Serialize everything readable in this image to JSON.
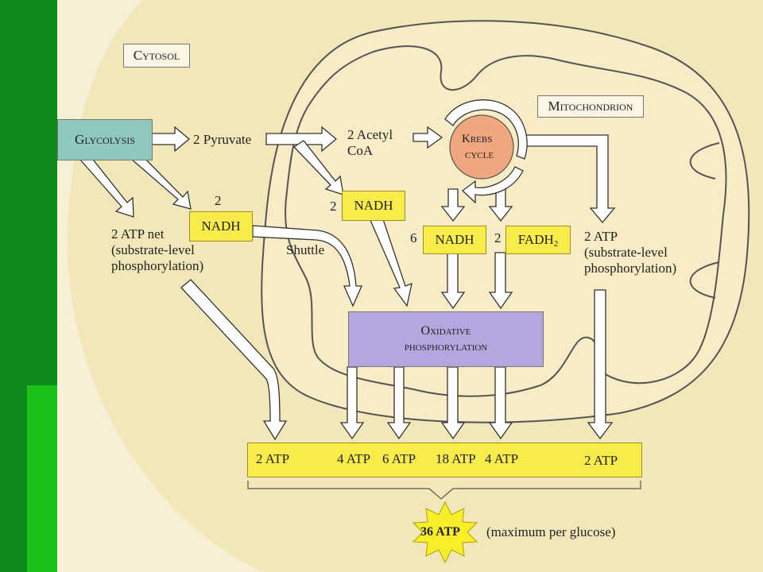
{
  "colors": {
    "sidebar": "#0e8a1a",
    "sidebar_stripe": "#19c219",
    "cytosol_bg": "#f2e7b8",
    "mitochondrion_bg": "#f7ecc6",
    "yellow_box": "#f8ec4a",
    "glycolysis_box": "#8fc8bf",
    "oxidative_box": "#b4a7e0",
    "krebs_circle": "#f0a780",
    "starburst": "#f8ee2a"
  },
  "icons": [
    "arrow-icon",
    "krebs-cycle-arrow-icon",
    "starburst-icon"
  ],
  "labels": {
    "cytosol": "Cytosol",
    "mitochondrion": "Mitochondrion",
    "glycolysis": "Glycolysis",
    "pyruvate": "2 Pyruvate",
    "acetyl_line1": "2 Acetyl",
    "acetyl_line2": "CoA",
    "krebs_line1": "Krebs",
    "krebs_line2": "cycle",
    "atp_net_line1": "2 ATP net",
    "atp_net_line2": "(substrate-level",
    "atp_net_line3": "phosphorylation)",
    "nadh_glyco_count": "2",
    "nadh_glyco": "NADH",
    "shuttle": "Shuttle",
    "nadh_acetyl_count": "2",
    "nadh_acetyl": "NADH",
    "nadh_krebs_count": "6",
    "nadh_krebs": "NADH",
    "fadh_count": "2",
    "fadh": "FADH",
    "fadh_sub": "2",
    "atp_krebs_line1": "2 ATP",
    "atp_krebs_line2": "(substrate-level",
    "atp_krebs_line3": "phosphorylation)",
    "oxphos_line1": "Oxidative",
    "oxphos_line2": "phosphorylation",
    "total_atp": "36 ATP",
    "total_note": "(maximum per glucose)"
  },
  "atp_bar": [
    "2 ATP",
    "4 ATP",
    "6 ATP",
    "18 ATP",
    "4 ATP",
    "2 ATP"
  ]
}
